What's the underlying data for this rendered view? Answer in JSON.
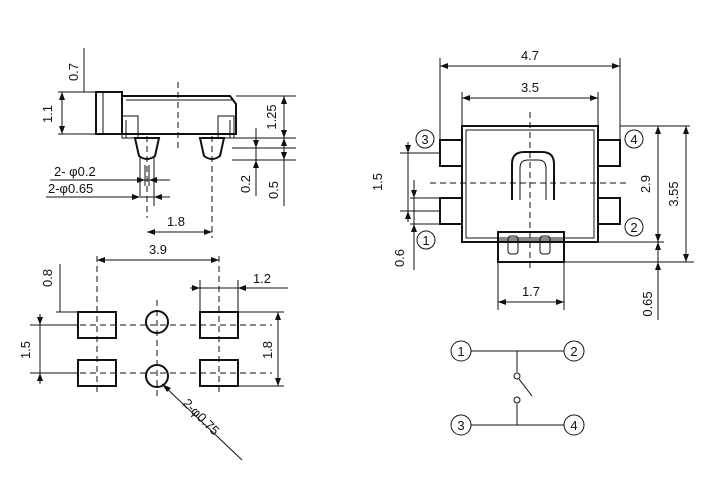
{
  "side_view": {
    "dim_top": "0.7",
    "dim_cap_height": "1.1",
    "dim_total_height": "1.25",
    "dim_pin_dia": "2- φ0.2",
    "dim_post_dia": "2-φ0.65",
    "dim_gap": "0.2",
    "dim_post_len": "0.5",
    "dim_post_pitch": "1.8"
  },
  "pcb_layout": {
    "dim_pad_span": "3.9",
    "dim_pad_left_w": "0.8",
    "dim_pad_right_w": "1.2",
    "dim_pad_pitch": "1.5",
    "dim_pad_height": "1.8",
    "dim_hole": "2-φ0.75"
  },
  "top_view": {
    "dim_width": "4.7",
    "dim_body_width": "3.5",
    "dim_pin_pitch": "1.5",
    "dim_body_height": "2.9",
    "dim_total_height": "3.55",
    "dim_pin_width": "0.6",
    "dim_actuator_width": "1.7",
    "dim_actuator_extend": "0.65",
    "pin_labels": [
      "3",
      "4",
      "1",
      "2"
    ]
  },
  "schematic": {
    "pins": [
      "1",
      "2",
      "3",
      "4"
    ]
  }
}
